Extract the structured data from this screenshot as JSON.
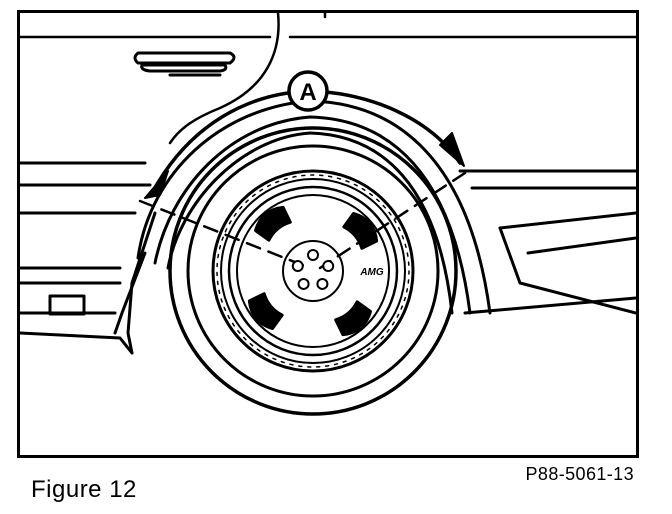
{
  "figure": {
    "caption": "Figure 12",
    "code": "P88-5061-13",
    "callout_label": "A",
    "wheel_badge": "AMG"
  },
  "colors": {
    "ink": "#000000",
    "paper": "#ffffff"
  },
  "icons": [
    "door-handle-icon",
    "side-marker-icon",
    "wheel-icon",
    "arrow-head-icon"
  ]
}
